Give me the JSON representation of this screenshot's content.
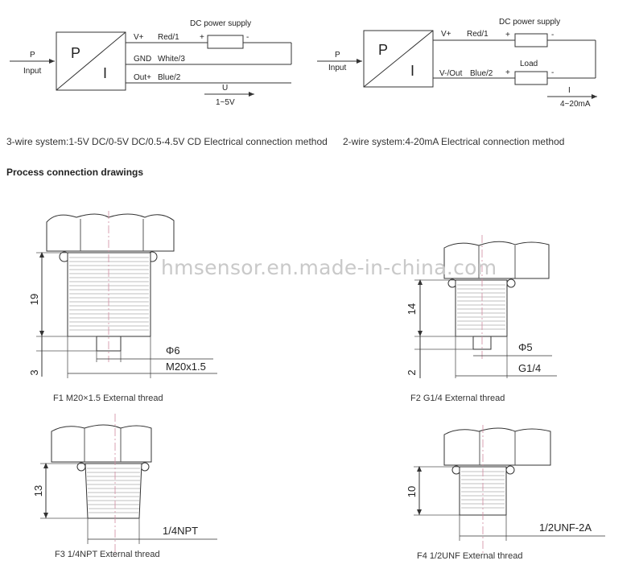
{
  "wiring": {
    "three_wire": {
      "supply_title": "DC power supply",
      "input_p": "P",
      "input_label": "Input",
      "block_p": "P",
      "block_i": "I",
      "pin1": "V+",
      "pin1_wire": "Red/1",
      "pin2": "GND",
      "pin2_wire": "White/3",
      "pin3": "Out+",
      "pin3_wire": "Blue/2",
      "plus": "+",
      "minus": "-",
      "out_symbol": "U",
      "out_range": "1~5V"
    },
    "two_wire": {
      "supply_title": "DC power supply",
      "input_p": "P",
      "input_label": "Input",
      "block_p": "P",
      "block_i": "I",
      "pin1": "V+",
      "pin1_wire": "Red/1",
      "pin2": "V-/Out",
      "pin2_wire": "Blue/2",
      "load_label": "Load",
      "plus": "+",
      "minus": "-",
      "out_symbol": "I",
      "out_range": "4~20mA"
    }
  },
  "captions": {
    "three_wire": "3-wire system:1-5V DC/0-5V DC/0.5-4.5V CD Electrical connection method",
    "two_wire": "2-wire system:4-20mA Electrical connection method"
  },
  "section_heading": "Process connection drawings",
  "watermark": "hmsensor.en.made-in-china.com",
  "drawings": {
    "f1": {
      "dim_height": "19",
      "dim_tip": "3",
      "dia": "Φ6",
      "thread": "M20x1.5",
      "caption": "F1 M20×1.5 External thread"
    },
    "f2": {
      "dim_height": "14",
      "dim_tip": "2",
      "dia": "Φ5",
      "thread": "G1/4",
      "caption": "F2 G1/4 External thread"
    },
    "f3": {
      "dim_height": "13",
      "thread": "1/4NPT",
      "caption": "F3 1/4NPT External thread"
    },
    "f4": {
      "dim_height": "10",
      "thread": "1/2UNF-2A",
      "caption": "F4 1/2UNF External thread"
    }
  },
  "colors": {
    "line": "#333333",
    "center_line": "#d08aa0",
    "thread": "#999999",
    "watermark": "#c9c9c9"
  }
}
